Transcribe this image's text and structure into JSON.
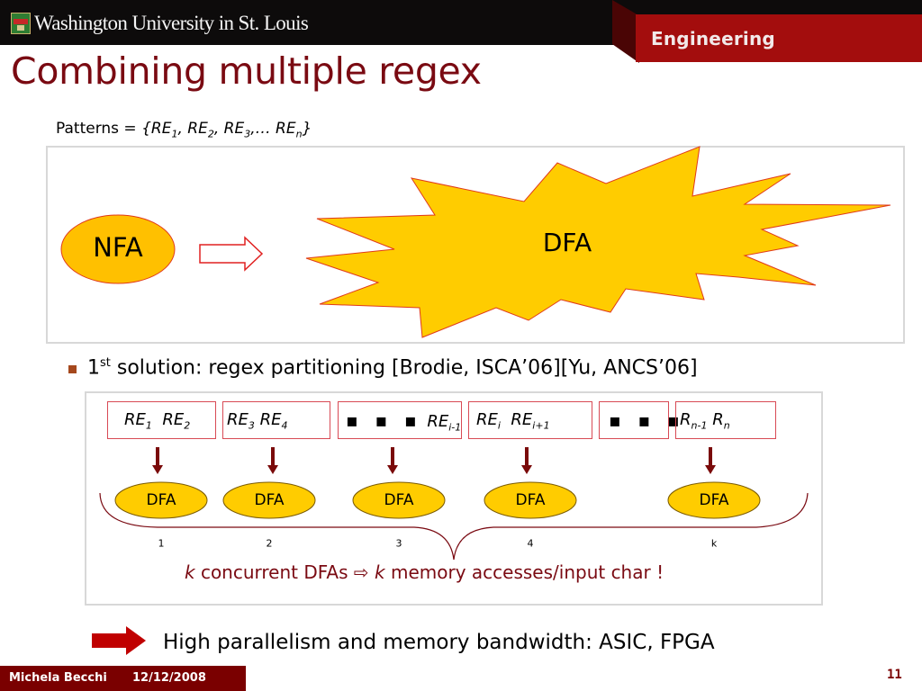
{
  "header": {
    "university": "Washington University in St. Louis",
    "school": "Engineering"
  },
  "slide": {
    "title": "Combining multiple regex",
    "patterns_prefix": "Patterns = ",
    "patterns": [
      {
        "base": "RE",
        "sub": "1"
      },
      {
        "base": "RE",
        "sub": "2"
      },
      {
        "base": "RE",
        "sub": "3"
      },
      {
        "base": "RE",
        "sub": "n"
      }
    ],
    "diagram_top": {
      "nfa_label": "NFA",
      "dfa_label": "DFA",
      "arrow": "hollow-right-arrow"
    },
    "bullet": {
      "prefix": "1",
      "sup": "st",
      "text": " solution: regex partitioning [Brodie, ISCA’06][Yu, ANCS’06]"
    },
    "groups": [
      {
        "items": [
          {
            "base": "RE",
            "sub": "1"
          },
          {
            "base": "RE",
            "sub": "2"
          }
        ]
      },
      {
        "items": [
          {
            "base": "RE",
            "sub": "3"
          },
          {
            "base": "RE",
            "sub": "4"
          }
        ]
      },
      {
        "dots": "▪ ▪ ▪",
        "items": [
          {
            "base": "RE",
            "sub": "i-1"
          }
        ]
      },
      {
        "items": [
          {
            "base": "RE",
            "sub": "i"
          },
          {
            "base": "RE",
            "sub": "i+1"
          }
        ]
      },
      {
        "dots": "▪ ▪ ▪",
        "items": []
      },
      {
        "items": [
          {
            "base": "R",
            "sub": "n-1"
          },
          {
            "base": "R",
            "sub": "n"
          }
        ]
      }
    ],
    "dfas": [
      {
        "base": "DFA",
        "sub": "1"
      },
      {
        "base": "DFA",
        "sub": "2"
      },
      {
        "base": "DFA",
        "sub": "3"
      },
      {
        "base": "DFA",
        "sub": "4"
      },
      {
        "base": "DFA",
        "sub": "k"
      }
    ],
    "conclusion": {
      "k1": "k",
      "text1": " concurrent DFAs ",
      "implies": "⇨",
      "k2": " k",
      "text2": " memory accesses/input char !"
    },
    "takeaway": "High parallelism and memory bandwidth: ASIC, FPGA"
  },
  "footer": {
    "author": "Michela Becchi",
    "date": "12/12/2008",
    "page": "11"
  },
  "colors": {
    "title": "#7a0a12",
    "shape_fill": "#ffcc00",
    "shape_stroke": "#e03a1a",
    "box_stroke": "#d84a55",
    "arrow_dark": "#7a0a0a",
    "takeaway_arrow": "#c00000",
    "footer_bg": "#7a0000",
    "engineering_band": "#a30d0d"
  }
}
